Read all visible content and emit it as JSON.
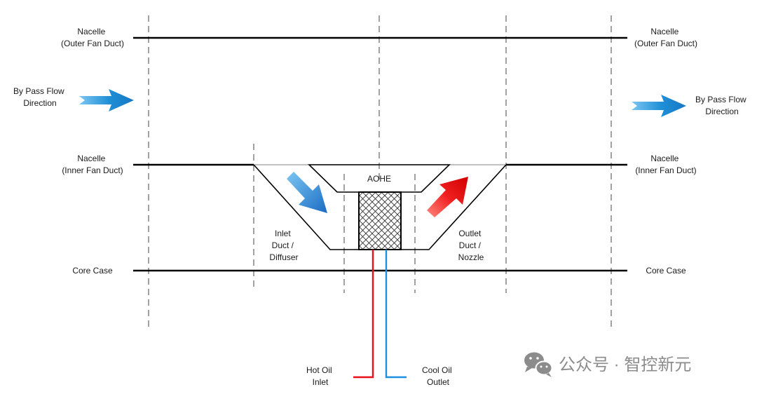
{
  "labels": {
    "nacelle_outer_left": [
      "Nacelle",
      "(Outer Fan Duct)"
    ],
    "nacelle_outer_right": [
      "Nacelle",
      "(Outer Fan Duct)"
    ],
    "bypass_left": [
      "By Pass Flow",
      "Direction"
    ],
    "bypass_right": [
      "By Pass Flow",
      "Direction"
    ],
    "nacelle_inner_left": [
      "Nacelle",
      "(Inner Fan Duct)"
    ],
    "nacelle_inner_right": [
      "Nacelle",
      "(Inner Fan Duct)"
    ],
    "core_case_left": "Core Case",
    "core_case_right": "Core Case",
    "aohe": "AOHE",
    "inlet_duct": [
      "Inlet",
      "Duct /",
      "Diffuser"
    ],
    "outlet_duct": [
      "Outlet",
      "Duct /",
      "Nozzle"
    ],
    "hot_oil": [
      "Hot Oil",
      "Inlet"
    ],
    "cool_oil": [
      "Cool Oil",
      "Outlet"
    ]
  },
  "watermark": "公众号 · 智控新元",
  "colors": {
    "line": "#000000",
    "dash": "#444444",
    "bypass_arrow": "#1e8fd6",
    "inlet_arrow": "#1e7fd0",
    "outlet_arrow": "#e81e1e",
    "hot_oil_line": "#e8101a",
    "cool_oil_line": "#1c8fe0",
    "watermark": "#8c8c8c"
  },
  "icons": {
    "watermark_logo": "wechat-icon"
  }
}
